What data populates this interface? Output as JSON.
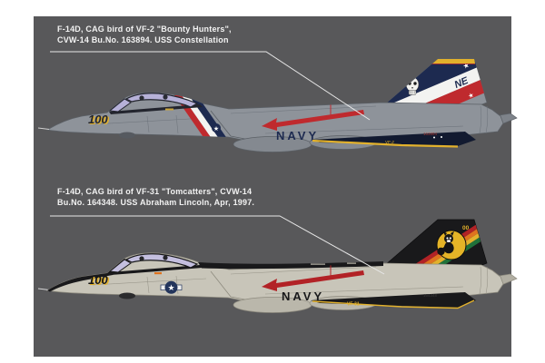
{
  "page": {
    "background": "#ffffff",
    "panel_color": "#58585a",
    "caption_color": "#f2f2f2"
  },
  "sections": [
    {
      "caption": {
        "line1": "F-14D, CAG bird of VF-2 \"Bounty Hunters\",",
        "line2": "CVW-14 Bu.No. 163894. USS Constellation"
      },
      "aircraft": {
        "label": "F-14D VF-2 CAG bird",
        "nose_number": "100",
        "navy": "NAVY",
        "buno": "163894",
        "tail_code": "NE",
        "ventral": "VF-2",
        "star": "★",
        "colors": {
          "body": "#8e939a",
          "body_line": "#676d74",
          "canopy_glass": "#b6b1d8",
          "frame": "#23252e",
          "red": "#bf2a2e",
          "white": "#f3f3f1",
          "navy_blue": "#1d2a50",
          "yellow": "#e2b12c",
          "dark_fin": "#121a30"
        }
      }
    },
    {
      "caption": {
        "line1": "F-14D, CAG bird of VF-31 \"Tomcatters\", CVW-14",
        "line2": "Bu.No. 164348. USS Abraham Lincoln, Apr, 1997."
      },
      "aircraft": {
        "label": "F-14D VF-31 CAG bird",
        "nose_number": "100",
        "navy": "NAVY",
        "buno": "164348",
        "tail_code": "00",
        "ventral": "VF-31",
        "star": "★",
        "colors": {
          "body": "#c8c5b9",
          "body_line": "#8e8b7f",
          "canopy_glass": "#c4bfdf",
          "black": "#19191b",
          "red": "#b22226",
          "orange": "#df731f",
          "yellow": "#e2b12c",
          "green": "#20713a",
          "disc": "#e5b427"
        }
      }
    }
  ]
}
